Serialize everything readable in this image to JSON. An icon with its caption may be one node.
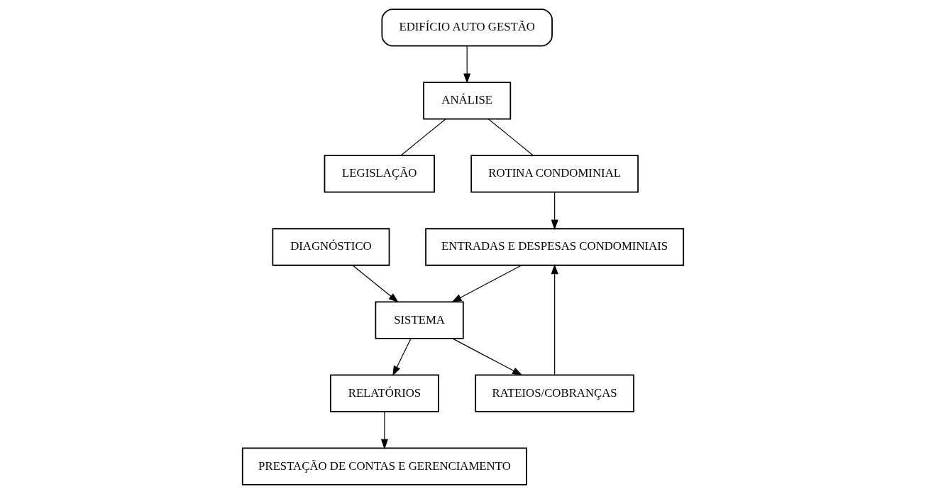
{
  "diagram": {
    "nodes": [
      {
        "text": [
          "EDIFÍCIO AUTO GESTÃO"
        ]
      },
      {
        "text": [
          "ENTRADAS E DESPESAS CONDOMINIAIS"
        ]
      },
      {
        "text": [
          "PRESTAÇÃO DE CONTAS E GERENCIAMENTO"
        ]
      },
      {
        "text": [
          "ANÁLISE"
        ]
      },
      {
        "text": [
          "LEGISLAÇÃO"
        ]
      },
      {
        "text": [
          "RATEIOS/COBRANÇAS"
        ]
      },
      {
        "text": [
          "ROTINA CONDOMINIAL"
        ]
      },
      {
        "text": [
          "RELATÓRIOS"
        ]
      },
      {
        "text": [
          "DIAGNÓSTICO"
        ]
      },
      {
        "text": [
          "SISTEMA"
        ]
      }
    ],
    "edges": [
      {
        "from": 0,
        "to": 3,
        "arrow": "to"
      },
      {
        "from": 3,
        "to": 4,
        "arrow": "none"
      },
      {
        "from": 3,
        "to": 6,
        "arrow": "none"
      },
      {
        "from": 6,
        "to": 1,
        "arrow": "to"
      },
      {
        "from": 1,
        "to": 9,
        "arrow": "to"
      },
      {
        "from": 8,
        "to": 9,
        "arrow": "to"
      },
      {
        "from": 9,
        "to": 5,
        "arrow": "to"
      },
      {
        "from": 5,
        "to": 1,
        "arrow": "to"
      },
      {
        "from": 9,
        "to": 7,
        "arrow": "to"
      },
      {
        "from": 7,
        "to": 2,
        "arrow": "to"
      }
    ]
  }
}
